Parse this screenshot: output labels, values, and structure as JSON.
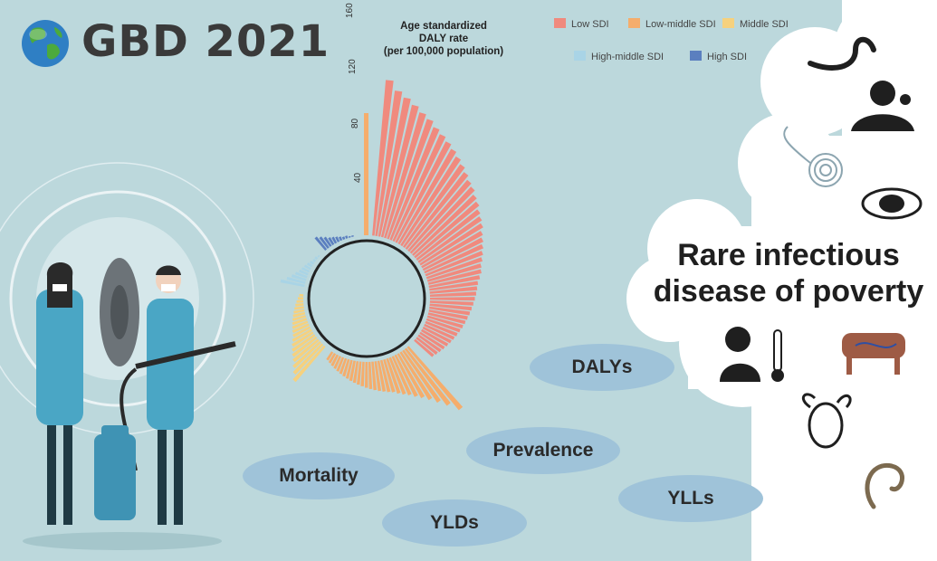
{
  "header": {
    "title": "GBD 2021",
    "y_title_lines": [
      "Age standardized",
      "DALY rate",
      "(per 100,000 population)"
    ]
  },
  "cloud": {
    "line1": "Rare infectious",
    "line2": "disease of poverty"
  },
  "metrics": {
    "dalys": "DALYs",
    "prevalence": "Prevalence",
    "mortality": "Mortality",
    "ylds": "YLDs",
    "ylls": "YLLs"
  },
  "icons": [
    "globe-icon",
    "worm-icon",
    "person-lice-icon",
    "pinworm-icon",
    "eye-parasite-icon",
    "fever-icon",
    "cow-icon",
    "hand-parasite-icon",
    "roundworm-icon",
    "scientists-illustration"
  ],
  "colors": {
    "low": "#f08a7e",
    "low_middle": "#f5ad6c",
    "middle": "#f6d17e",
    "high_middle": "#a9d4e6",
    "high": "#5b7fbf",
    "background": "#bcd8dc"
  },
  "chart_data": {
    "type": "bar",
    "layout": "circular",
    "title": "Age standardized DALY rate (per 100,000 population)",
    "ylabel": "Age standardized DALY rate",
    "ylim": [
      0,
      160
    ],
    "y_ticks": [
      40,
      80,
      120,
      160
    ],
    "legend_position": "top-right",
    "series_names": [
      "Low SDI",
      "Low-middle SDI",
      "Middle SDI",
      "High-middle SDI",
      "High SDI"
    ],
    "groups": [
      {
        "name": "Low SDI",
        "color_key": "low",
        "values": [
          115,
          108,
          104,
          100,
          96,
          93,
          89,
          86,
          83,
          80,
          77,
          74,
          71,
          68,
          66,
          63,
          61,
          58,
          56,
          54,
          51,
          49,
          47,
          45,
          43,
          41,
          40,
          38,
          36,
          35,
          34,
          33,
          32,
          31,
          30,
          29,
          28,
          27,
          26,
          25,
          24,
          23,
          22,
          21,
          20,
          19,
          18
        ]
      },
      {
        "name": "Low-middle SDI",
        "color_key": "low_middle",
        "values": [
          60,
          52,
          46,
          41,
          37,
          34,
          31,
          29,
          27,
          25,
          24,
          23,
          22,
          21,
          20,
          19,
          18,
          17,
          16,
          15,
          14,
          13,
          12,
          11,
          10,
          9,
          8,
          7
        ]
      },
      {
        "name": "Middle SDI",
        "color_key": "middle",
        "values": [
          34,
          30,
          27,
          24,
          22,
          20,
          18,
          16,
          14,
          13,
          12,
          11,
          10,
          9,
          8,
          7,
          6,
          5,
          4,
          3
        ]
      },
      {
        "name": "High-middle SDI",
        "color_key": "high_middle",
        "values": [
          18,
          14,
          11,
          9,
          7,
          6,
          5,
          4,
          3,
          2,
          2,
          1
        ]
      },
      {
        "name": "High SDI",
        "color_key": "high",
        "values": [
          12,
          10,
          8,
          6,
          5,
          4,
          3,
          2,
          2,
          1,
          1
        ]
      }
    ],
    "highlight": {
      "value": 90
    }
  }
}
